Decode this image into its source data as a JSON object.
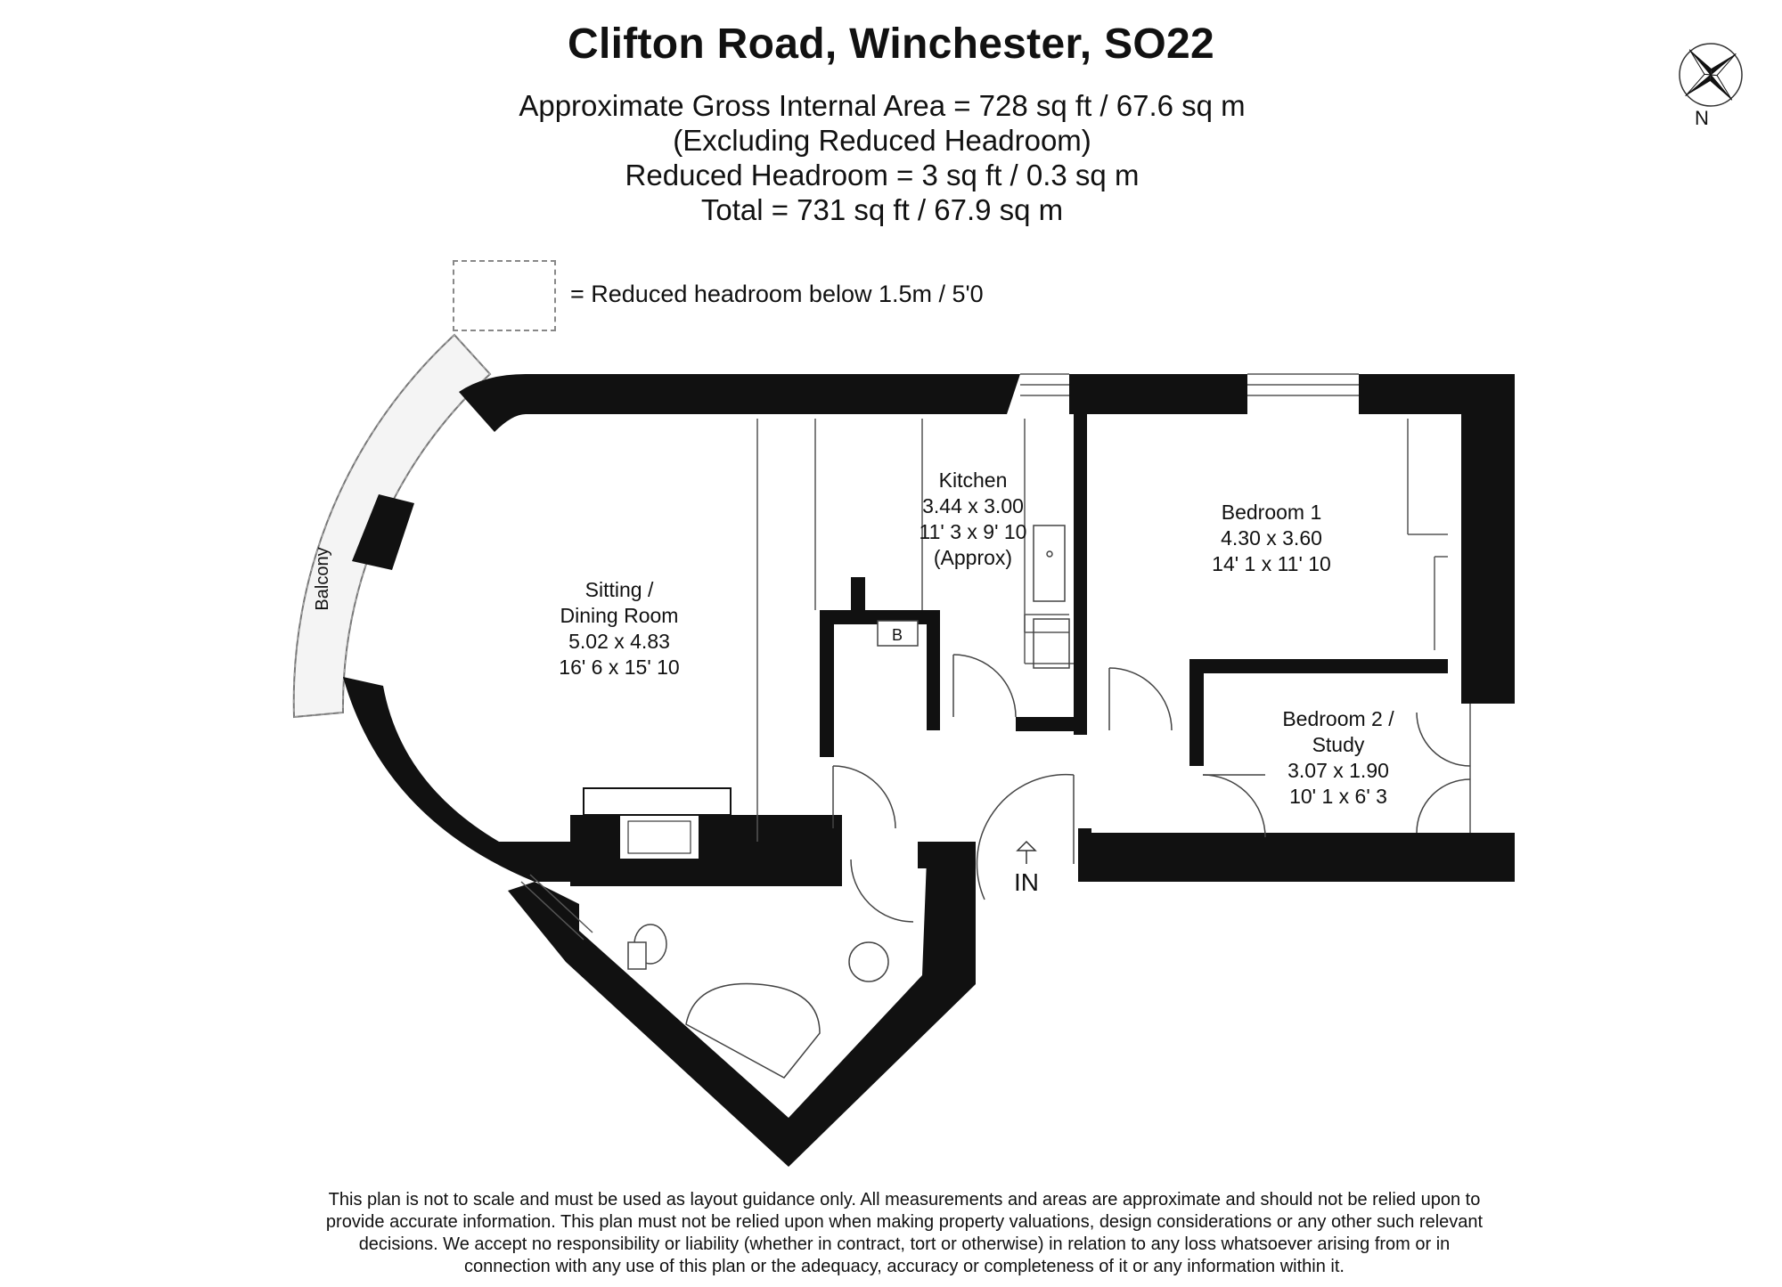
{
  "header": {
    "title": "Clifton Road, Winchester, SO22",
    "area_lines": [
      "Approximate Gross Internal Area = 728 sq ft / 67.6 sq m",
      "(Excluding Reduced Headroom)",
      "Reduced Headroom = 3 sq ft / 0.3 sq m",
      "Total = 731 sq ft / 67.9 sq m"
    ]
  },
  "compass": {
    "label": "N"
  },
  "legend": {
    "text": "= Reduced headroom below 1.5m / 5'0"
  },
  "rooms": {
    "sitting": {
      "name1": "Sitting /",
      "name2": "Dining Room",
      "metric": "5.02 x 4.83",
      "imperial": "16' 6 x 15' 10"
    },
    "kitchen": {
      "name": "Kitchen",
      "metric": "3.44 x 3.00",
      "imperial": "11' 3 x 9' 10",
      "note": "(Approx)"
    },
    "bedroom1": {
      "name": "Bedroom 1",
      "metric": "4.30 x 3.60",
      "imperial": "14' 1 x 11' 10"
    },
    "bedroom2": {
      "name1": "Bedroom 2 /",
      "name2": "Study",
      "metric": "3.07 x 1.90",
      "imperial": "10' 1 x 6' 3"
    },
    "balcony": {
      "name": "Balcony"
    },
    "boiler": {
      "label": "B"
    }
  },
  "entrance": {
    "label": "IN"
  },
  "disclaimer": [
    "This plan is not to scale and must be used as layout guidance only. All measurements and areas are approximate and should not be relied upon to",
    "provide accurate information. This plan must not be relied upon when making property valuations, design considerations or any other such relevant",
    "decisions. We accept no responsibility or liability (whether in contract, tort or otherwise) in relation to any loss whatsoever arising from or in",
    "connection with any use of this plan or the adequacy, accuracy or completeness of it or any information within it."
  ]
}
